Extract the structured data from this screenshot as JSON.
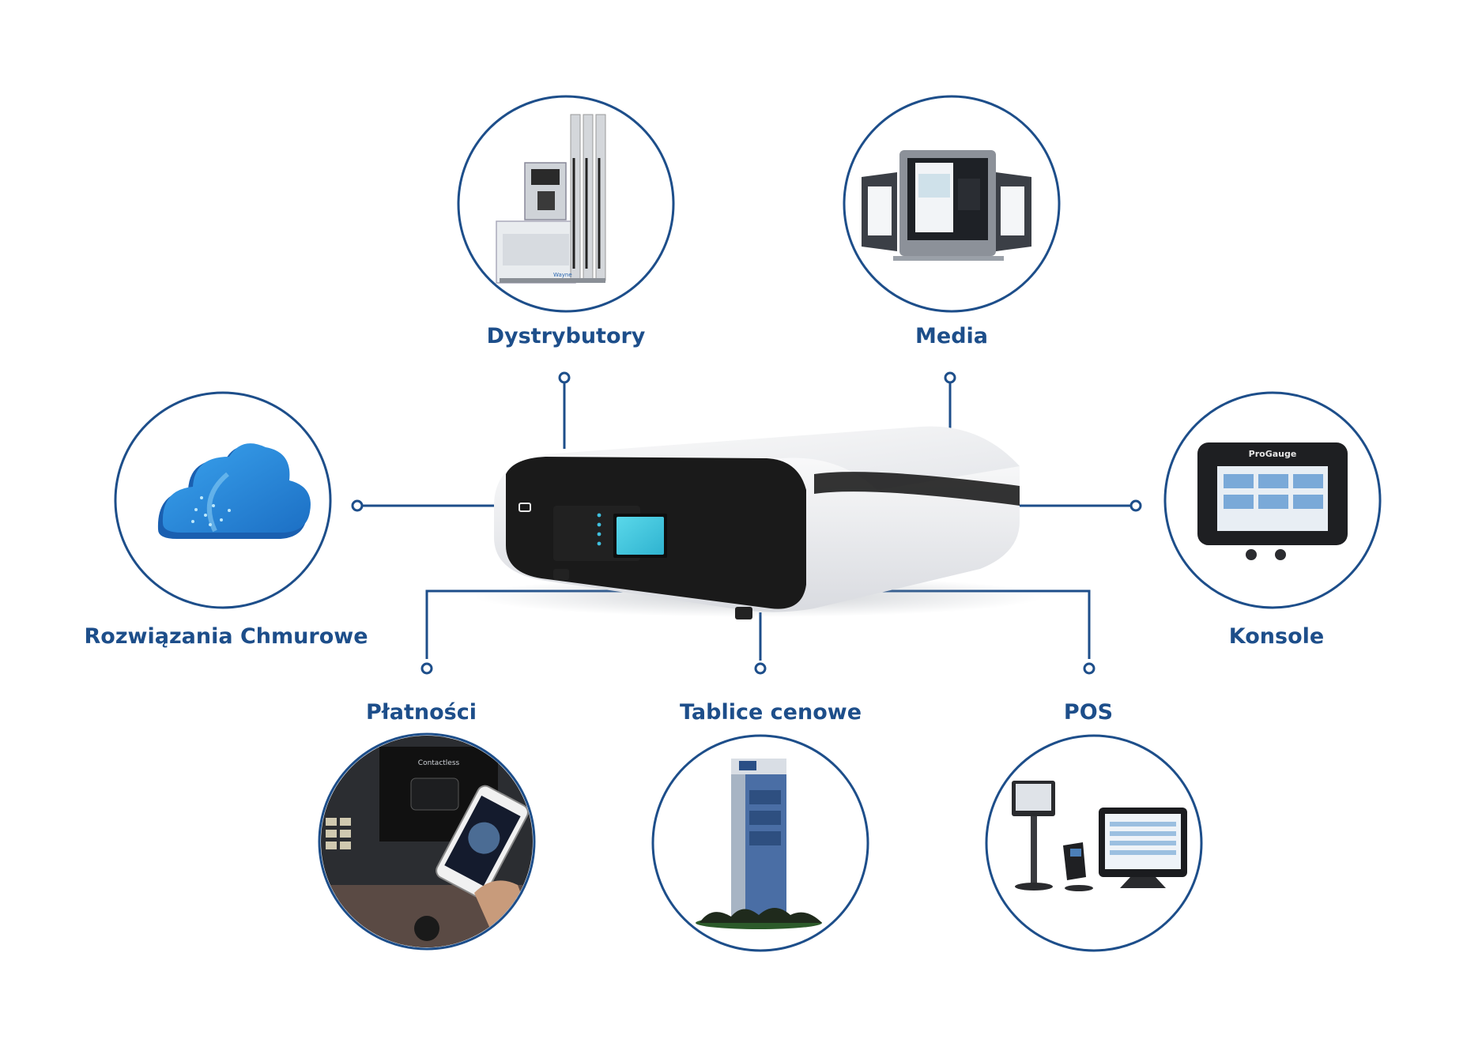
{
  "nodes": {
    "dystrybutory": {
      "label": "Dystrybutory"
    },
    "media": {
      "label": "Media"
    },
    "chmurowe": {
      "label": "Rozwiązania Chmurowe"
    },
    "konsole": {
      "label": "Konsole"
    },
    "platnosci": {
      "label": "Płatności"
    },
    "tablice": {
      "label": "Tablice cenowe"
    },
    "pos": {
      "label": "POS"
    }
  },
  "colors": {
    "line": "#1d4e8a",
    "label": "#1d4e8a",
    "circle": "#1d4e8a"
  }
}
